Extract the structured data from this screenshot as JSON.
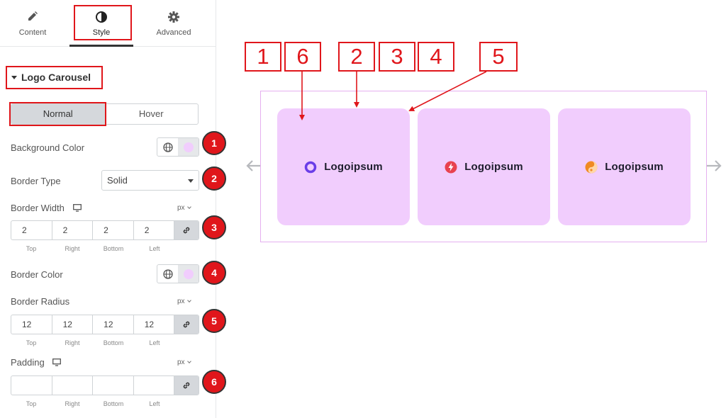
{
  "tabs": {
    "content": "Content",
    "style": "Style",
    "advanced": "Advanced"
  },
  "section": {
    "title": "Logo Carousel"
  },
  "state_toggle": {
    "normal": "Normal",
    "hover": "Hover",
    "active": "Normal"
  },
  "controls": {
    "background_color": {
      "label": "Background Color",
      "badge": "1",
      "swatch": "#f1cdfd"
    },
    "border_type": {
      "label": "Border Type",
      "value": "Solid",
      "badge": "2"
    },
    "border_width": {
      "label": "Border Width",
      "unit": "px",
      "badge": "3",
      "values": [
        "2",
        "2",
        "2",
        "2"
      ]
    },
    "border_color": {
      "label": "Border Color",
      "badge": "4",
      "swatch": "#f1cdfd"
    },
    "border_radius": {
      "label": "Border Radius",
      "unit": "px",
      "badge": "5",
      "values": [
        "12",
        "12",
        "12",
        "12"
      ]
    },
    "padding": {
      "label": "Padding",
      "unit": "px",
      "badge": "6",
      "values": [
        "",
        "",
        "",
        ""
      ]
    },
    "side_labels": [
      "Top",
      "Right",
      "Bottom",
      "Left"
    ]
  },
  "preview": {
    "cards": [
      {
        "logo_text": "Logoipsum",
        "icon": "ring-logo-icon",
        "icon_color": "#6a3de8"
      },
      {
        "logo_text": "Logoipsum",
        "icon": "bolt-logo-icon",
        "icon_color": "#e8424f"
      },
      {
        "logo_text": "Logoipsum",
        "icon": "swirl-logo-icon",
        "icon_color": "#f08a24"
      }
    ],
    "card_color": "#f1cdfd"
  },
  "callouts": [
    "1",
    "6",
    "2",
    "3",
    "4",
    "5"
  ],
  "accent_color": "#e0161b"
}
